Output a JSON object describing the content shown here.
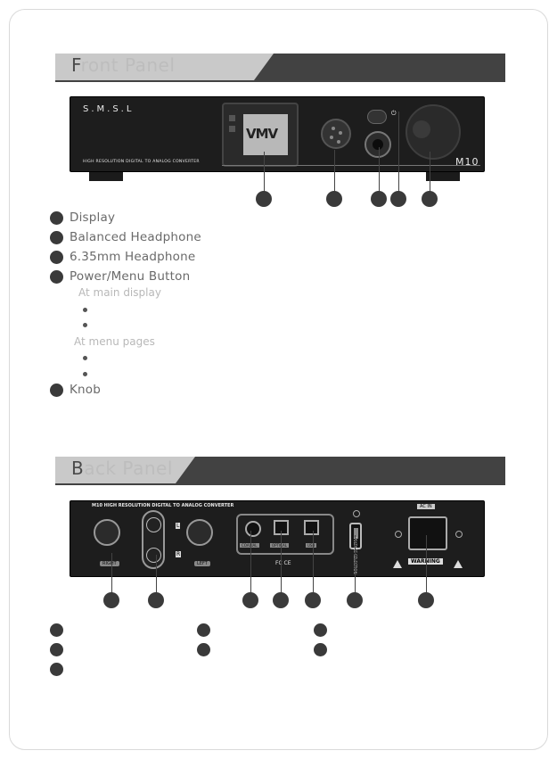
{
  "front_panel": {
    "title": "Front Panel",
    "device": {
      "brand": "S.M.S.L",
      "subtitle": "HIGH RESOLUTION DIGITAL TO ANALOG CONVERTER",
      "model": "M10",
      "screen_logo": "VMV"
    },
    "legend": [
      {
        "label": "Display"
      },
      {
        "label": "Balanced Headphone"
      },
      {
        "label": "6.35mm Headphone"
      },
      {
        "label": "Power/Menu Button"
      },
      {
        "label": "Knob"
      }
    ],
    "power_menu": {
      "at_main_display": "At main display",
      "at_menu_pages": "At menu pages"
    }
  },
  "back_panel": {
    "title": "Back Panel",
    "device": {
      "header_text": "M10 HIGH RESOLUTION DIGITAL TO ANALOG CONVERTER",
      "right_label": "RIGHT",
      "left_label": "LEFT",
      "xlr_l": "L",
      "xlr_r": "R",
      "coaxial": "COAXIAL",
      "optical": "OPTICAL",
      "usb": "USB",
      "voltage_selection": "VOLTAGE SELECTION",
      "ac_in": "AC IN",
      "warning": "WARNING",
      "cert": "FC CE"
    }
  },
  "colors": {
    "header_dark": "#424242",
    "header_light": "#c9c9c9",
    "device_body": "#1d1d1d"
  }
}
